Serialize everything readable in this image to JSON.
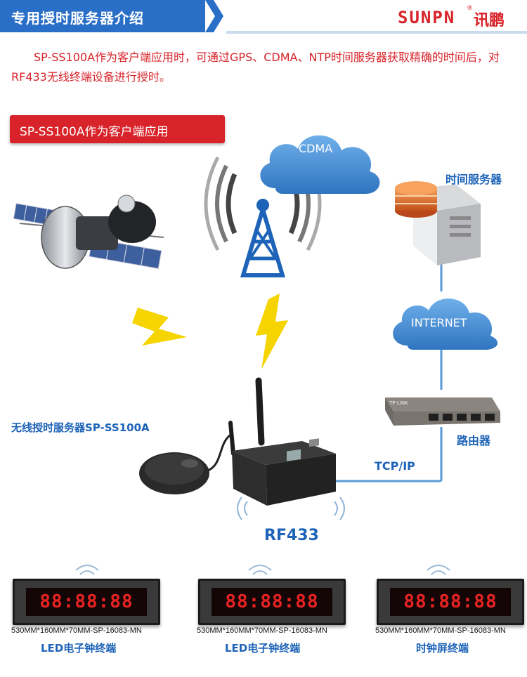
{
  "header": {
    "title": "专用授时服务器介绍",
    "brand_latin": "SUNPN",
    "brand_registered": "®",
    "brand_cn": "讯鹏"
  },
  "intro": "SP-SS100A作为客户端应用时，可通过GPS、CDMA、NTP时间服务器获取精确的时间后，对RF433无线终端设备进行授时。",
  "tag": "SP-SS100A作为客户端应用",
  "diagram": {
    "cloud_cdma": "CDMA",
    "cloud_internet": "INTERNET",
    "time_server": "时间服务器",
    "router": "路由器",
    "device_label": "无线授时服务器SP-SS100A",
    "link_label": "TCP/IP",
    "radio_label": "RF433",
    "router_brand": "TP-LINK"
  },
  "terminals": [
    {
      "display": "88:88:88",
      "caption": "530MM*160MM*70MM-SP-16083-MN",
      "label": "LED电子钟终端"
    },
    {
      "display": "88:88:88",
      "caption": "530MM*160MM*70MM-SP-16083-MN",
      "label": "LED电子钟终端"
    },
    {
      "display": "88:88:88",
      "caption": "530MM*160MM*70MM-SP-16083-MN",
      "label": "时钟屏终端"
    }
  ],
  "colors": {
    "header_blue": "#2a6fc7",
    "brand_red": "#d8232a",
    "label_blue": "#1d63b8",
    "link_blue": "#5b9bd5",
    "cloud_blue": "#3f86cf",
    "bolt_yellow": "#f5d400",
    "led_red": "#e82222"
  },
  "icons": [
    "satellite-icon",
    "antenna-tower-icon",
    "cloud-icon",
    "server-icon",
    "router-icon",
    "lightning-icon",
    "gps-puck-icon",
    "wireless-waves-icon"
  ]
}
